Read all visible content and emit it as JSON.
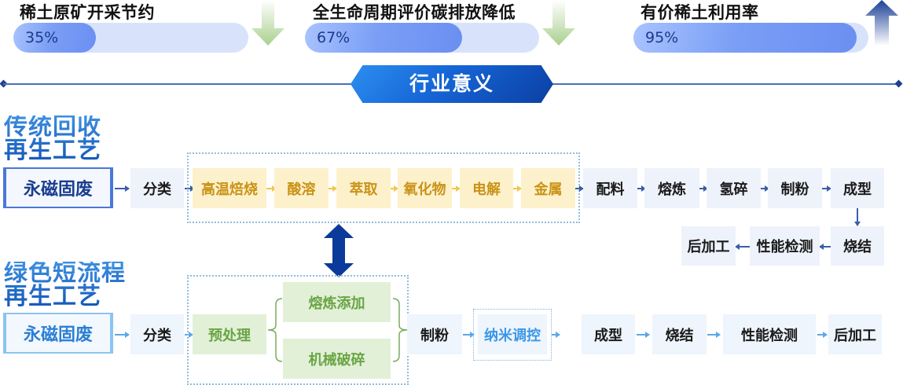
{
  "metrics": [
    {
      "title": "稀土原矿开采节约",
      "value_label": "35%",
      "value": 35,
      "trend": "down",
      "trend_icon": "arrow-down-green"
    },
    {
      "title": "全生命周期评价碳排放降低",
      "value_label": "67%",
      "value": 67,
      "trend": "down",
      "trend_icon": "arrow-down-green"
    },
    {
      "title": "有价稀土利用率",
      "value_label": "95%",
      "value": 95,
      "trend": "up",
      "trend_icon": "arrow-up-blue"
    }
  ],
  "divider": {
    "label": "行业意义"
  },
  "traditional": {
    "title_line1": "传统回收",
    "title_line2": "再生工艺",
    "source": "永磁固废",
    "classify": "分类",
    "framed_steps": [
      "高温焙烧",
      "酸溶",
      "萃取",
      "氧化物",
      "电解",
      "金属"
    ],
    "row1_steps": [
      "配料",
      "熔炼",
      "氢碎",
      "制粉",
      "成型"
    ],
    "row2_steps": [
      "烧结",
      "性能检测",
      "后加工"
    ]
  },
  "green": {
    "title_line1": "绿色短流程",
    "title_line2": "再生工艺",
    "source": "永磁固废",
    "classify": "分类",
    "pretreat": "预处理",
    "branches": [
      "熔炼添加",
      "机械破碎"
    ],
    "after_steps": [
      "制粉",
      "纳米调控",
      "成型",
      "烧结",
      "性能检测",
      "后加工"
    ],
    "highlight_step": "纳米调控"
  },
  "colors": {
    "accent_blue": "#1457b8",
    "bar_fill": "#6a8ff2",
    "bar_track": "#d8e3fb",
    "yellow_box": "#fdf1cc",
    "yellow_text": "#c99316",
    "green_box": "#e2f0d8",
    "green_text": "#6aa544"
  }
}
